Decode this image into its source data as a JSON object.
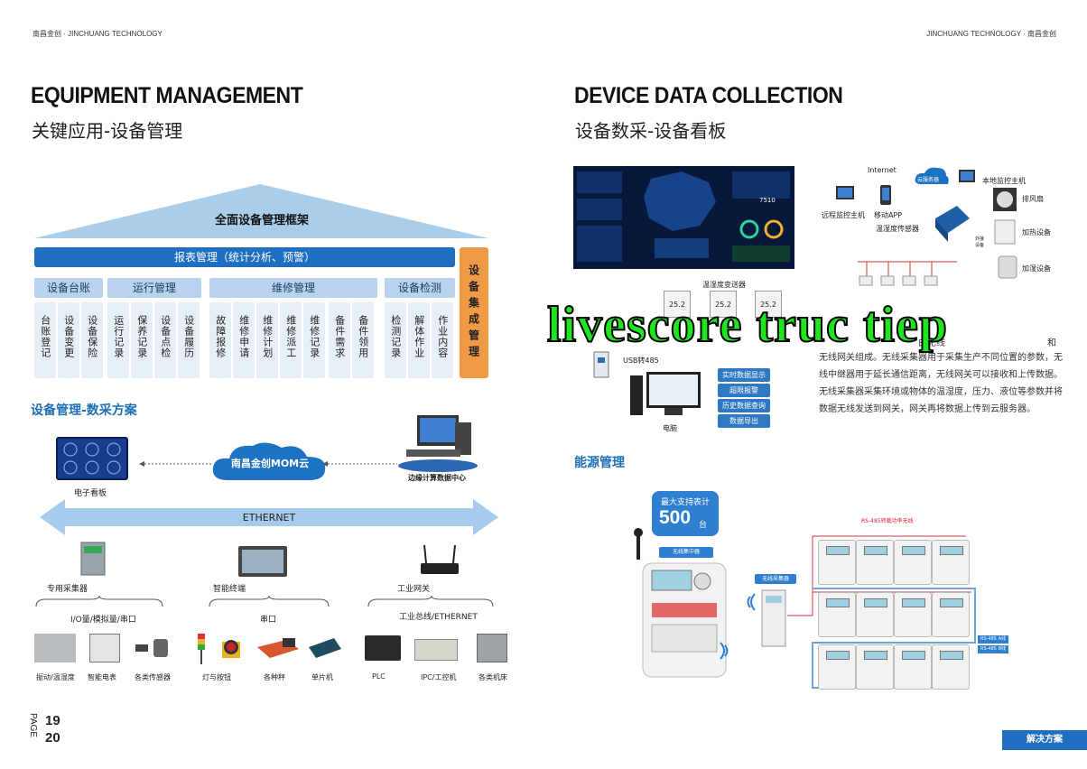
{
  "header": {
    "left": "南昌金创 · JINCHUANG TECHNOLOGY",
    "right": "JINCHUANG TECHNOLOGY · 南昌金创"
  },
  "left_page": {
    "eng_title": "EQUIPMENT MANAGEMENT",
    "cn_title": "关键应用-设备管理",
    "framework": {
      "roof": "全面设备管理框架",
      "report_bar": "报表管理（统计分析、预警）",
      "side": "设备集成管理",
      "categories": [
        "设备台账",
        "运行管理",
        "维修管理",
        "设备检测"
      ],
      "columns": [
        "台账登记",
        "设备变更",
        "设备保险",
        "运行记录",
        "保养记录",
        "设备点检",
        "设备履历",
        "故障报修",
        "维修申请",
        "维修计划",
        "维修派工",
        "维修记录",
        "备件需求",
        "备件领用",
        "检测记录",
        "解体作业",
        "作业内容"
      ]
    },
    "section2": "设备管理-数采方案",
    "cloud": "南昌金创MOM云",
    "board_label": "电子看板",
    "edge_label": "边缘计算数据中心",
    "ethernet": "ETHERNET",
    "devices": [
      "专用采集器",
      "智能终端",
      "工业网关"
    ],
    "interfaces": [
      "I/O量/模拟量/串口",
      "串口",
      "工业总线/ETHERNET"
    ],
    "bottom_items": [
      "振动/温湿度",
      "智能电表",
      "各类传感器",
      "灯与按钮",
      "各种秤",
      "单片机",
      "PLC",
      "IPC/工控机",
      "各类机床"
    ],
    "page_word": "PAGE",
    "page_num1": "19",
    "page_num2": "20"
  },
  "right_page": {
    "eng_title": "DEVICE DATA COLLECTION",
    "cn_title": "设备数采-设备看板",
    "dash_value": "7510",
    "net": {
      "internet": "Internet",
      "cloud": "云服务器",
      "local_host": "本地监控主机",
      "remote_host": "远程监控主机",
      "app": "移动APP",
      "temp_sensor": "温湿度传感器",
      "fan": "排风扇",
      "heater": "加热设备",
      "humidifier": "加湿设备",
      "actuator": "外接设备"
    },
    "transmitter_label": "温湿度变送器",
    "readings": [
      "25.2",
      "25.2",
      "25.2"
    ],
    "usb_label": "USB转485",
    "pc_label": "电脑",
    "features": [
      "实时数据显示",
      "超限报警",
      "历史数据查询",
      "数据导出"
    ],
    "para_line1_end": "由无线",
    "para_line1_end2": "和",
    "para_lines": [
      "无线网关组成。无线采集器用于采集生产不同位置的参数，无",
      "线中继器用于延长通信距离，无线网关可以接收和上传数据。",
      "无线采集器采集环境或物体的温湿度，压力、液位等参数并将",
      "数据无线发送到网关，网关再将数据上传到云服务器。"
    ],
    "energy_title": "能源管理",
    "max_label": "最大支持表计",
    "max_value": "500",
    "max_unit": "台",
    "concentrator": "无线集中器",
    "collector": "无线采集器",
    "rs485_top": "RS-485转载功率无线",
    "rs485_a": "RS-485 A线",
    "rs485_b": "RS-485 B线",
    "solution_tag": "解决方案"
  },
  "watermark": "livescore truc tiep"
}
